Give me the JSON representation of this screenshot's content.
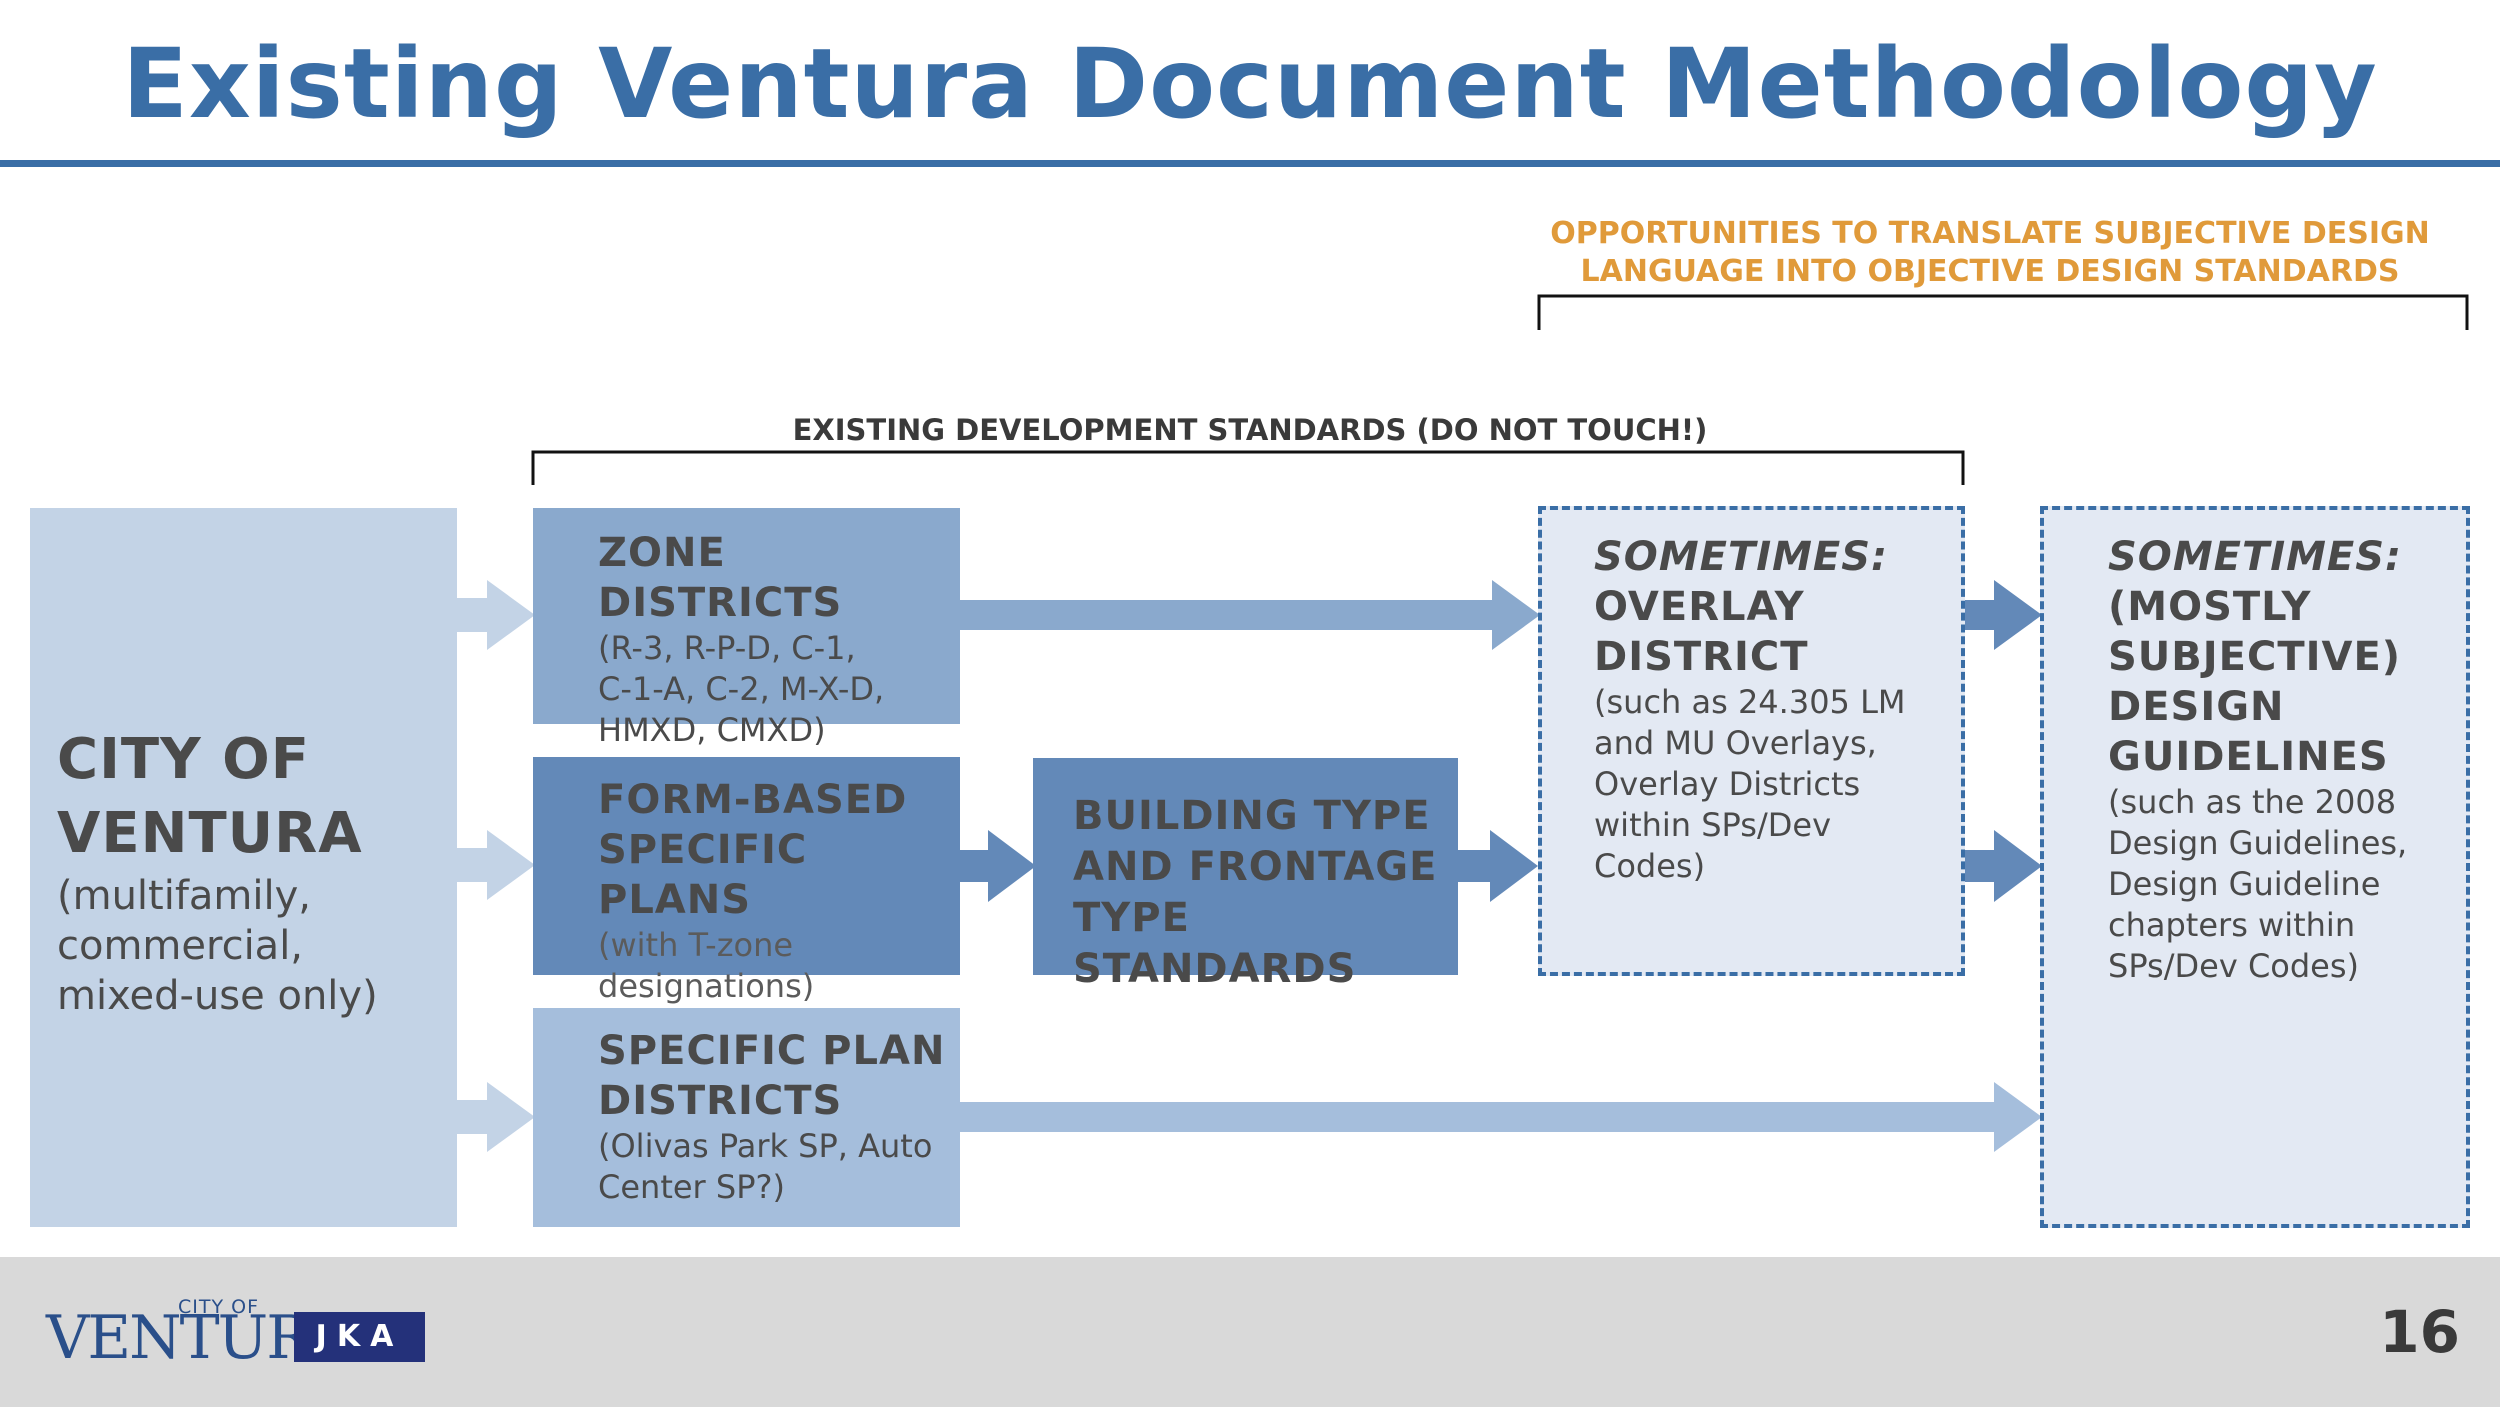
{
  "title": "Existing Ventura Document Methodology",
  "annotations": {
    "opportunities_line1": "OPPORTUNITIES TO TRANSLATE SUBJECTIVE DESIGN",
    "opportunities_line2": "LANGUAGE INTO OBJECTIVE DESIGN STANDARDS",
    "existing_standards": "EXISTING DEVELOPMENT STANDARDS (DO NOT TOUCH!)"
  },
  "boxes": {
    "city": {
      "heading": [
        "CITY OF",
        "VENTURA"
      ],
      "sub": [
        "(multifamily,",
        "commercial,",
        "mixed-use only)"
      ]
    },
    "zone_districts": {
      "heading": [
        "ZONE DISTRICTS"
      ],
      "sub": [
        "(R-3, R-P-D, C-1,",
        "C-1-A, C-2, M-X-D,",
        "HMXD, CMXD)"
      ]
    },
    "form_based": {
      "heading": [
        "FORM-BASED",
        "SPECIFIC PLANS"
      ],
      "sub": [
        "(with T-zone",
        "designations)"
      ]
    },
    "specific_plan": {
      "heading": [
        "SPECIFIC PLAN",
        "DISTRICTS"
      ],
      "sub": [
        "(Olivas Park SP, Auto",
        "Center SP?)"
      ]
    },
    "building_type": {
      "heading": [
        "BUILDING TYPE",
        "AND FRONTAGE",
        "TYPE STANDARDS"
      ]
    },
    "overlay": {
      "prefix": "SOMETIMES:",
      "heading": [
        "OVERLAY",
        "DISTRICT"
      ],
      "sub": [
        "(such as 24.305 LM",
        "and MU Overlays,",
        "Overlay Districts",
        "within SPs/Dev",
        "Codes)"
      ]
    },
    "guidelines": {
      "prefix": "SOMETIMES:",
      "heading": [
        "(MOSTLY",
        "SUBJECTIVE)",
        "DESIGN",
        "GUIDELINES"
      ],
      "sub": [
        "(such as the 2008",
        "Design Guidelines,",
        "Design Guideline",
        "chapters within",
        "SPs/Dev Codes)"
      ]
    },
    "colors": {
      "title_blue": "#3a6ea6",
      "orange": "#e09a3a",
      "arrow_light": "#c3d3e6",
      "arrow_mid": "#8aa9cd",
      "arrow_dark": "#6389b8",
      "arrow_pale": "#a5bedc"
    }
  },
  "footer": {
    "logo_small": "CITY OF",
    "logo_big": "VENTURA",
    "jka": "JKA",
    "page_number": "16"
  }
}
